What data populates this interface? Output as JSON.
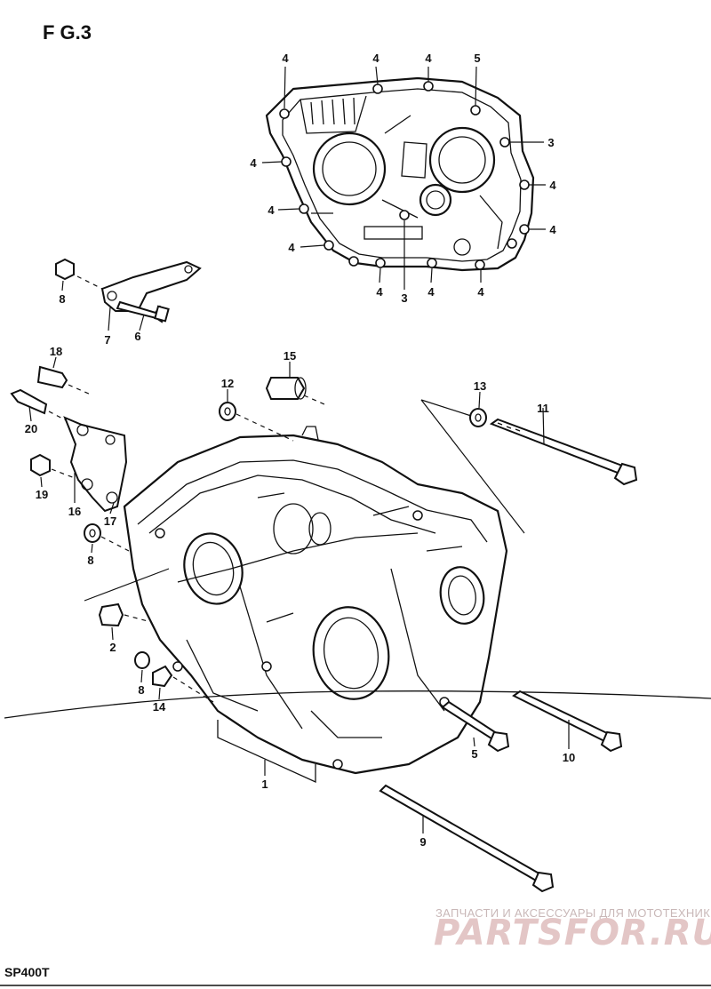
{
  "figure_title": "F G.3",
  "model": "SP400T",
  "watermark": {
    "tagline": "ЗАПЧАСТИ И АКСЕССУАРЫ ДЛЯ МОТОТЕХНИКИ",
    "brand": "PARTSFOR.RU"
  },
  "callouts": [
    {
      "id": "c-4-a",
      "text": "4"
    },
    {
      "id": "c-4-b",
      "text": "4"
    },
    {
      "id": "c-4-c",
      "text": "4"
    },
    {
      "id": "c-5-top",
      "text": "5"
    },
    {
      "id": "c-3-right",
      "text": "3"
    },
    {
      "id": "c-4-left1",
      "text": "4"
    },
    {
      "id": "c-4-r1",
      "text": "4"
    },
    {
      "id": "c-4-left2",
      "text": "4"
    },
    {
      "id": "c-4-r2",
      "text": "4"
    },
    {
      "id": "c-4-left3",
      "text": "4"
    },
    {
      "id": "c-4-b1",
      "text": "4"
    },
    {
      "id": "c-3-bottom",
      "text": "3"
    },
    {
      "id": "c-4-b2",
      "text": "4"
    },
    {
      "id": "c-4-b3",
      "text": "4"
    },
    {
      "id": "c-8-top",
      "text": "8"
    },
    {
      "id": "c-7",
      "text": "7"
    },
    {
      "id": "c-6",
      "text": "6"
    },
    {
      "id": "c-18",
      "text": "18"
    },
    {
      "id": "c-20",
      "text": "20"
    },
    {
      "id": "c-19",
      "text": "19"
    },
    {
      "id": "c-16",
      "text": "16"
    },
    {
      "id": "c-17",
      "text": "17"
    },
    {
      "id": "c-15",
      "text": "15"
    },
    {
      "id": "c-12",
      "text": "12"
    },
    {
      "id": "c-13",
      "text": "13"
    },
    {
      "id": "c-11",
      "text": "11"
    },
    {
      "id": "c-8-mid",
      "text": "8"
    },
    {
      "id": "c-2",
      "text": "2"
    },
    {
      "id": "c-8-low",
      "text": "8"
    },
    {
      "id": "c-14",
      "text": "14"
    },
    {
      "id": "c-1",
      "text": "1"
    },
    {
      "id": "c-5-bottom",
      "text": "5"
    },
    {
      "id": "c-10",
      "text": "10"
    },
    {
      "id": "c-9",
      "text": "9"
    }
  ]
}
